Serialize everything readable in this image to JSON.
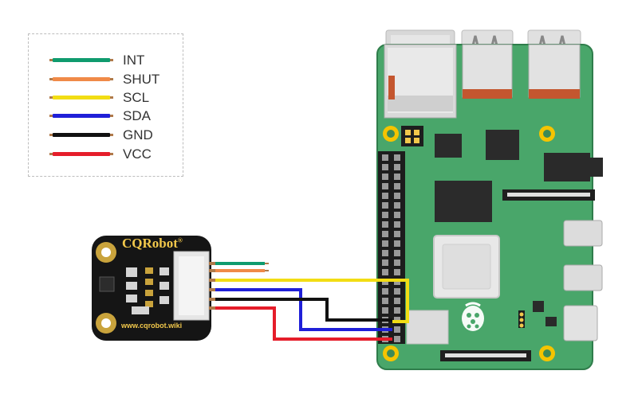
{
  "legend": {
    "items": [
      {
        "label": "INT",
        "color": "#0f9b6e"
      },
      {
        "label": "SHUT",
        "color": "#f08a48"
      },
      {
        "label": "SCL",
        "color": "#f2dd14"
      },
      {
        "label": "SDA",
        "color": "#1f1fd8"
      },
      {
        "label": "GND",
        "color": "#111111"
      },
      {
        "label": "VCC",
        "color": "#e51d2a"
      }
    ]
  },
  "sensor_module": {
    "brand": "CQRobot",
    "registered_mark": "®",
    "website": "www.cqrobot.wiki",
    "board_color": "#151515",
    "silk_color": "#f2c84b"
  },
  "raspberry_pi": {
    "board_color": "#49a66a",
    "logo_icon": "raspberry-pi-logo"
  }
}
